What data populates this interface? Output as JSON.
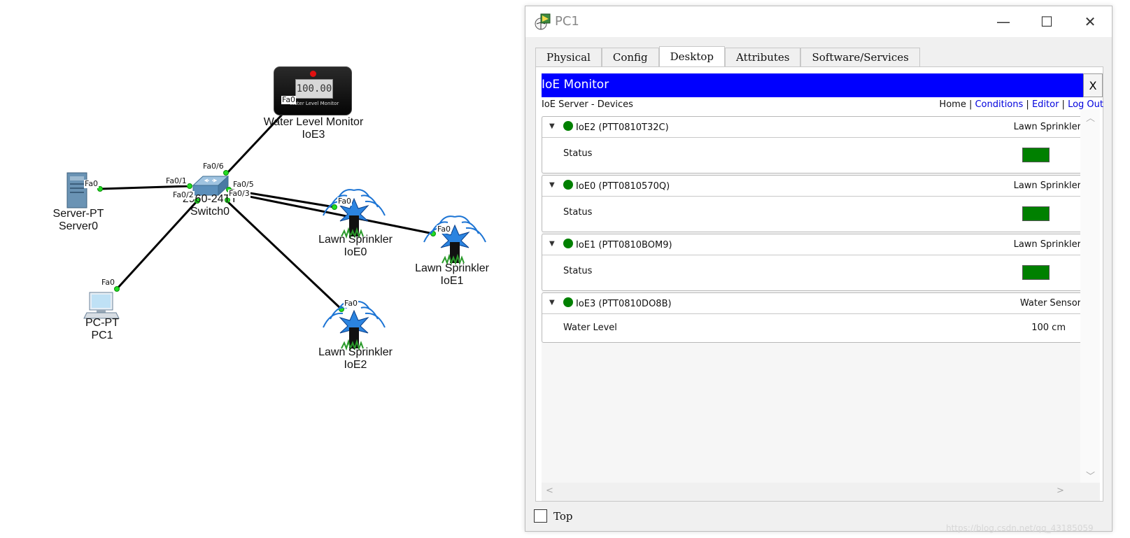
{
  "topology": {
    "nodes": {
      "water_monitor": {
        "name": "Water Level Monitor",
        "id": "IoE3",
        "display": "100.00",
        "caption": "Water Level Monitor"
      },
      "switch": {
        "model": "2960-24TT",
        "id": "Switch0"
      },
      "server": {
        "model": "Server-PT",
        "id": "Server0"
      },
      "pc": {
        "model": "PC-PT",
        "id": "PC1"
      },
      "sprinkler0": {
        "name": "Lawn Sprinkler",
        "id": "IoE0"
      },
      "sprinkler1": {
        "name": "Lawn Sprinkler",
        "id": "IoE1"
      },
      "sprinkler2": {
        "name": "Lawn Sprinkler",
        "id": "IoE2"
      }
    },
    "ports": {
      "wlm_fa0": "Fa0",
      "sw_fa0_6": "Fa0/6",
      "sw_fa0_1": "Fa0/1",
      "sw_fa0_2": "Fa0/2",
      "sw_fa0_5": "Fa0/5",
      "sw_fa0_3": "Fa0/3",
      "server_fa0": "Fa0",
      "pc_fa0": "Fa0",
      "s0_fa0": "Fa0",
      "s1_fa0": "Fa0",
      "s2_fa0": "Fa0"
    }
  },
  "window": {
    "title": "PC1",
    "controls": {
      "minimize": "—",
      "maximize": "☐",
      "close": "✕"
    },
    "tabs": [
      "Physical",
      "Config",
      "Desktop",
      "Attributes",
      "Software/Services"
    ],
    "active_tab": "Desktop",
    "top_checkbox_label": "Top"
  },
  "ioe_monitor": {
    "title": "IoE Monitor",
    "close_label": "X",
    "subtitle": "IoE Server - Devices",
    "nav": {
      "home": "Home",
      "sep": " | ",
      "conditions": "Conditions",
      "editor": "Editor",
      "logout": "Log Out"
    },
    "devices": [
      {
        "name": "IoE2 (PTT0810T32C)",
        "type": "Lawn Sprinkler",
        "property": "Status",
        "value": "",
        "status_color": "#008000"
      },
      {
        "name": "IoE0 (PTT0810570Q)",
        "type": "Lawn Sprinkler",
        "property": "Status",
        "value": "",
        "status_color": "#008000"
      },
      {
        "name": "IoE1 (PTT0810BOM9)",
        "type": "Lawn Sprinkler",
        "property": "Status",
        "value": "",
        "status_color": "#008000"
      },
      {
        "name": "IoE3 (PTT0810DO8B)",
        "type": "Water Sensor",
        "property": "Water Level",
        "value": "100 cm"
      }
    ]
  },
  "watermark": "https://blog.csdn.net/qq_43185059"
}
